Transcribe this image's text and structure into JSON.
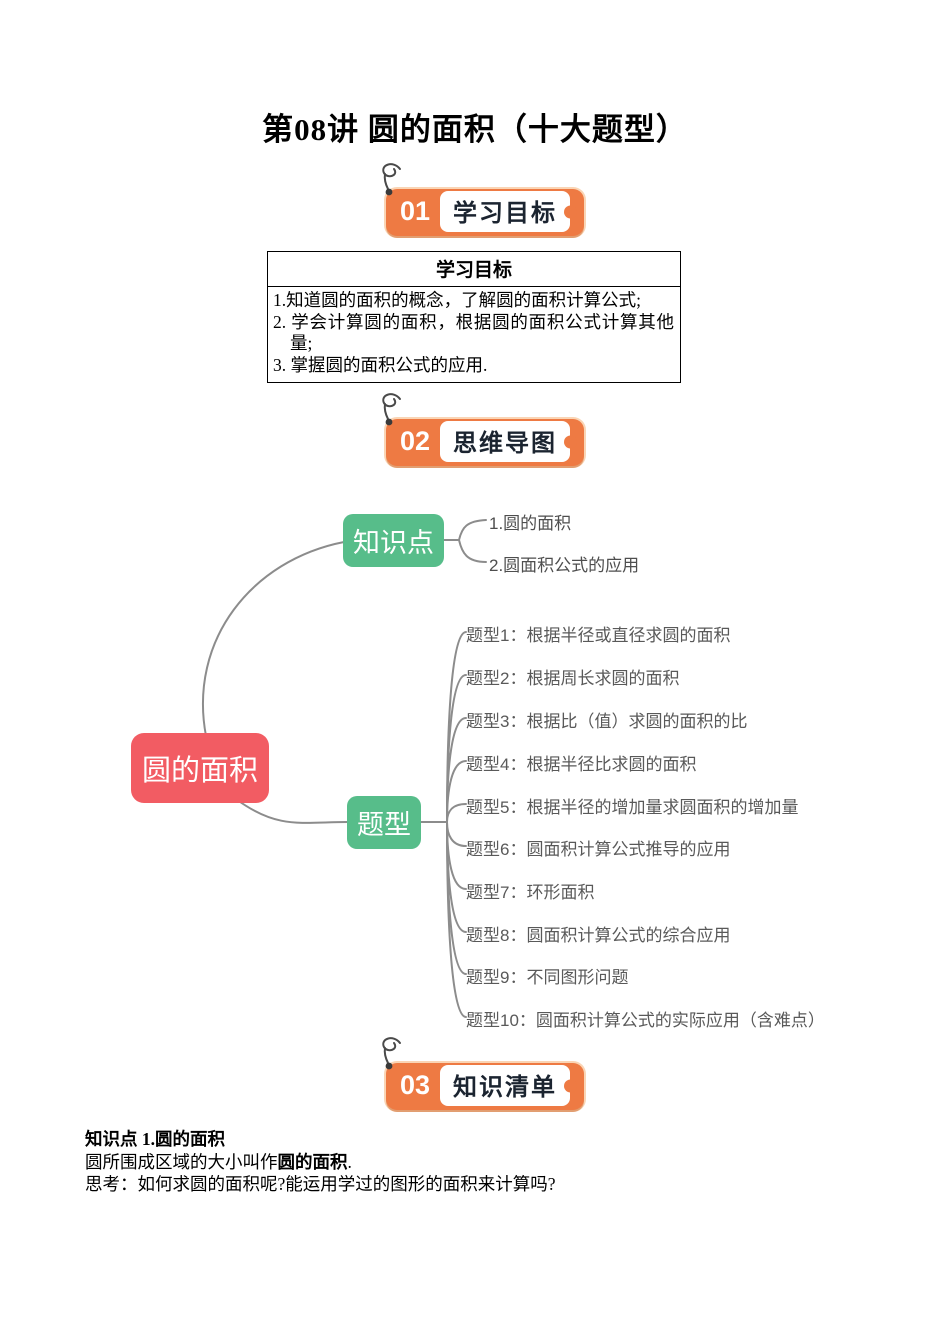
{
  "doc": {
    "title": "第08讲 圆的面积（十大题型）"
  },
  "badges": [
    {
      "number": "01",
      "label": "学习目标"
    },
    {
      "number": "02",
      "label": "思维导图"
    },
    {
      "number": "03",
      "label": "知识清单"
    }
  ],
  "objectives": {
    "header": "学习目标",
    "lines": [
      "1.知道圆的面积的概念，了解圆的面积计算公式;",
      "2. 学会计算圆的面积，根据圆的面积公式计算其他量;",
      "3. 掌握圆的面积公式的应用."
    ]
  },
  "mindmap": {
    "root": "圆的面积",
    "knowledge_branch": {
      "label": "知识点",
      "children": [
        "1.圆的面积",
        "2.圆面积公式的应用"
      ]
    },
    "types_branch": {
      "label": "题型",
      "children": [
        "题型1：根据半径或直径求圆的面积",
        "题型2：根据周长求圆的面积",
        "题型3：根据比（值）求圆的面积的比",
        "题型4：根据半径比求圆的面积",
        "题型5：根据半径的增加量求圆面积的增加量",
        "题型6：圆面积计算公式推导的应用",
        "题型7：环形面积",
        "题型8：圆面积计算公式的综合应用",
        "题型9：不同图形问题",
        "题型10：圆面积计算公式的实际应用（含难点）"
      ]
    },
    "colors": {
      "root_bg": "#F25C63",
      "branch_bg": "#57BD8A",
      "badge_orange": "#EE7A43",
      "line": "#8C8C8C",
      "item_text": "#595959"
    }
  },
  "knowledge_section": {
    "heading": "知识点 1.圆的面积",
    "line1_prefix": "圆所围成区域的大小叫作",
    "line1_bold": "圆的面积",
    "line1_suffix": ".",
    "line2": "思考：如何求圆的面积呢?能运用学过的图形的面积来计算吗?"
  }
}
